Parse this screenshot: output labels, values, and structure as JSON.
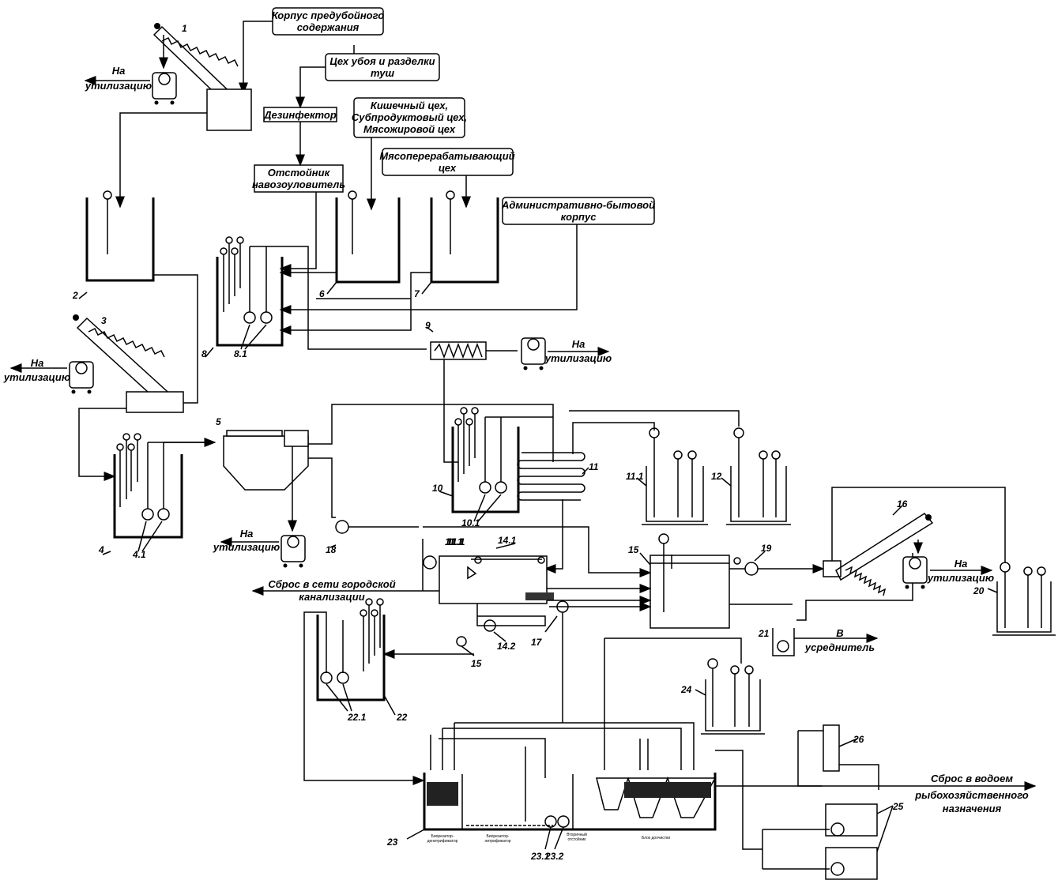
{
  "labels": {
    "korpus": [
      "Корпус предубойного",
      "содержания"
    ],
    "tsekh_uboya": [
      "Цех убоя и разделки",
      "туш"
    ],
    "dezinfektor": "Дезинфектор",
    "kishechny": [
      "Кишечный цех,",
      "Субпродуктовый цех,",
      "Мясожировой цех"
    ],
    "myasopererab": [
      "Мясоперерабатывающий",
      "цех"
    ],
    "otstoinik": [
      "Отстойник",
      "навозоуловитель"
    ],
    "admin": [
      "Административно-бытовой",
      "корпус"
    ],
    "na_util": [
      "На",
      "утилизацию"
    ],
    "sbros_kanal": [
      "Сброс в сети городской",
      "канализации"
    ],
    "v_usred": [
      "В",
      "усреднитель"
    ],
    "sbros_vodoem": [
      "Сброс в водоем",
      "рыбохозяйственного",
      "назначения"
    ],
    "bio_small": [
      "Биореактор-",
      "денитрификатор",
      "Биореактор-",
      "нитрификатор",
      "Вторичный",
      "отстойник",
      "Блок доочистки"
    ]
  },
  "numbers": [
    "1",
    "2",
    "3",
    "4",
    "4.1",
    "5",
    "6",
    "7",
    "8",
    "8.1",
    "9",
    "10",
    "10.1",
    "11",
    "11.1",
    "12",
    "13",
    "14",
    "14.1",
    "14.2",
    "15",
    "16",
    "17",
    "18",
    "19",
    "20",
    "21",
    "22",
    "22.1",
    "23",
    "23.1",
    "23.2",
    "24",
    "25",
    "26"
  ]
}
